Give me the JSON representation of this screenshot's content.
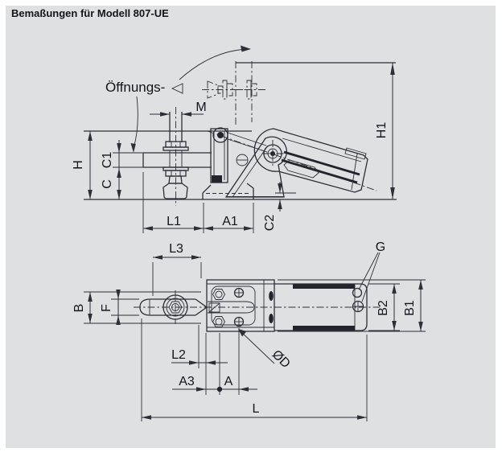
{
  "title": "Bemaßungen für Modell 807-UE",
  "colors": {
    "page_bg": "#ffffff",
    "panel_bg": "#dfe0e1",
    "line": "#2e2e36",
    "text": "#14141c"
  },
  "side_view": {
    "opening_label": "Öffnungs-",
    "angle_symbol": "◁",
    "dims": {
      "M": "M",
      "H": "H",
      "C1": "C1",
      "C": "C",
      "L1": "L1",
      "A1": "A1",
      "C2": "C2",
      "H1": "H1"
    }
  },
  "plan_view": {
    "dims": {
      "L3": "L3",
      "B": "B",
      "F": "F",
      "L2": "L2",
      "A3": "A3",
      "A": "A",
      "L": "L",
      "G": "G",
      "B2": "B2",
      "B1": "B1",
      "D": "ØD"
    }
  }
}
